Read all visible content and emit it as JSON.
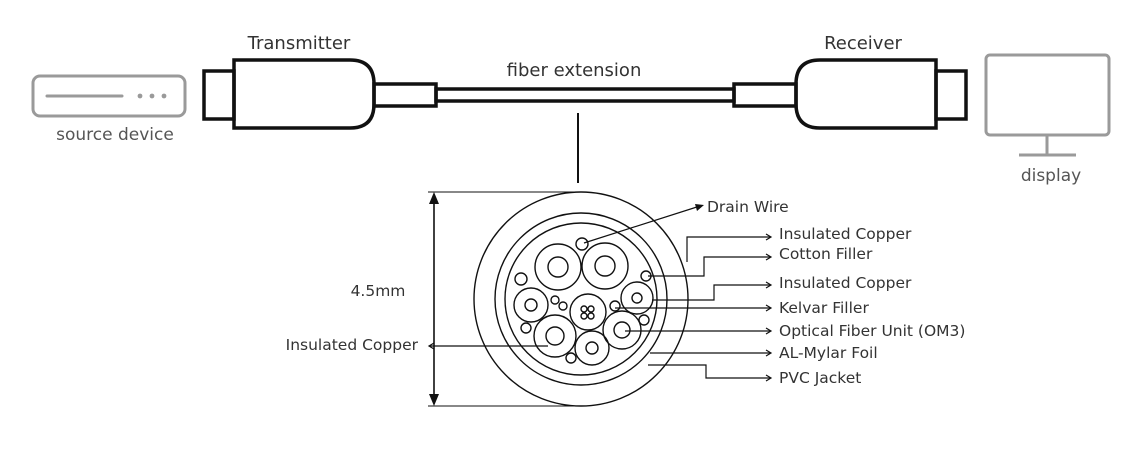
{
  "labels": {
    "transmitter": "Transmitter",
    "receiver": "Receiver",
    "fiber_extension": "fiber extension",
    "source_device": "source device",
    "display": "display",
    "diameter": "4.5mm",
    "insulated_copper_left": "Insulated Copper"
  },
  "callouts": [
    "Drain Wire",
    "Insulated Copper",
    "Cotton Filler",
    "Insulated Copper",
    "Kelvar Filler",
    "Optical Fiber Unit (OM3)",
    "AL-Mylar Foil",
    "PVC Jacket"
  ],
  "icons": {
    "source": "source-device-icon",
    "monitor": "monitor-icon",
    "connector": "hdmi-connector-icon",
    "cable": "cable-cross-section-icon"
  },
  "colors": {
    "line": "#111111",
    "text": "#333333",
    "device_gray": "#9a9a9a"
  }
}
